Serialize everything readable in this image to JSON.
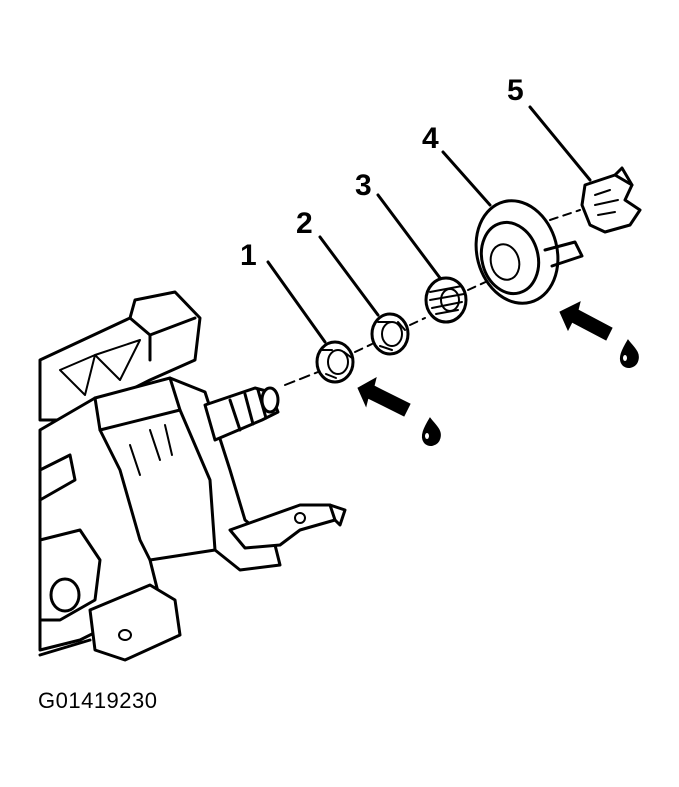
{
  "figure": {
    "id_label": "G01419230"
  },
  "callouts": [
    {
      "label": "1",
      "part": "part-1-small-ring"
    },
    {
      "label": "2",
      "part": "part-2-ring"
    },
    {
      "label": "3",
      "part": "part-3-spring-ring"
    },
    {
      "label": "4",
      "part": "part-4-disc"
    },
    {
      "label": "5",
      "part": "part-5-clip"
    }
  ],
  "icons": {
    "lubricant": "oil-drop-icon",
    "direction": "insert-arrow-icon"
  }
}
